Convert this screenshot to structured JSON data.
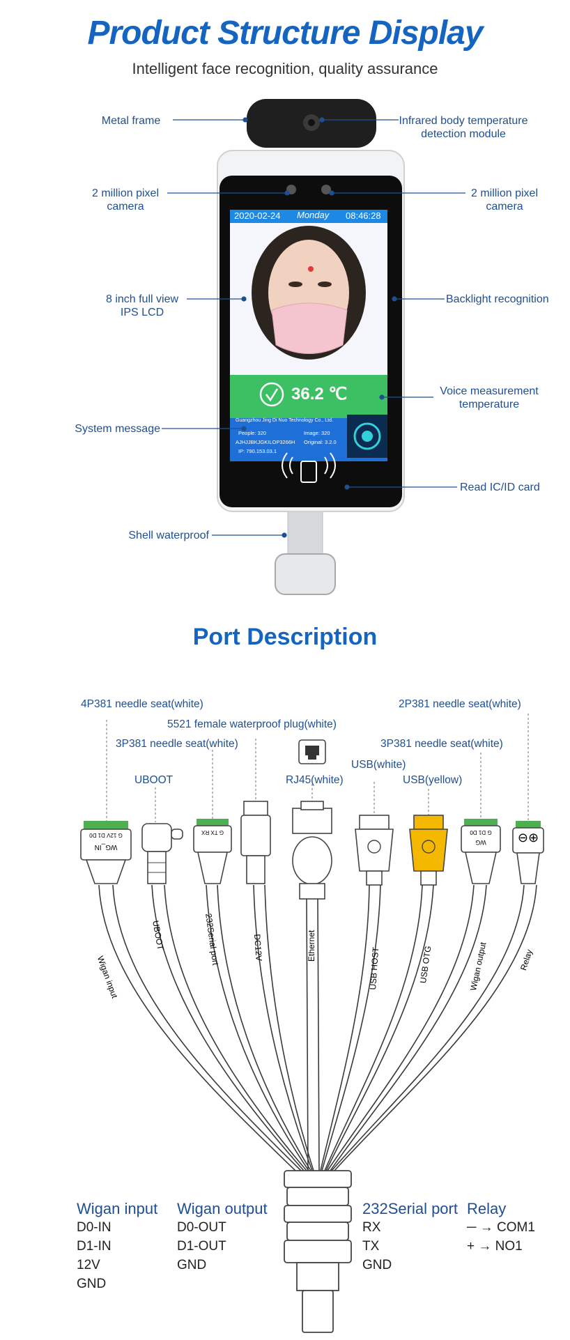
{
  "header": {
    "title": "Product Structure Display",
    "subtitle": "Intelligent face recognition, quality assurance"
  },
  "device_labels": {
    "metal_frame": "Metal frame",
    "infrared": "Infrared body temperature detection module",
    "camera_left": "2 million pixel camera",
    "camera_right": "2 million pixel camera",
    "lcd": "8 inch full view IPS LCD",
    "backlight": "Backlight recognition",
    "voice": "Voice measurement temperature",
    "system_message": "System message",
    "read_card": "Read IC/ID card",
    "shell": "Shell waterproof"
  },
  "screen": {
    "date": "2020-02-24",
    "weekday": "Monday",
    "time": "08:46:28",
    "temperature": "36.2 ℃",
    "company": "Guangzhou Jing Di Nuo Technology Co., Ltd.",
    "people": "People:  320",
    "image": "Image:  320",
    "serial": "AJHJJBKJGKILOP3266H",
    "original": "Original:  3.2.0",
    "ip": "IP:  790.153.03.1"
  },
  "port_section": {
    "title": "Port Description",
    "labels": {
      "p4p381": "4P381 needle seat(white)",
      "p5521": "5521 female waterproof plug(white)",
      "p3p381_left": "3P381 needle seat(white)",
      "uboot": "UBOOT",
      "rj45": "RJ45(white)",
      "usb_white": "USB(white)",
      "usb_yellow": "USB(yellow)",
      "p2p381": "2P381 needle seat(white)",
      "p3p381_right": "3P381 needle seat(white)"
    },
    "connector_text": {
      "wg_in": "WG_IN",
      "wg_in_pins": "G 12V D1 D0",
      "rx_pins": "G TX RX",
      "wg_out": "WG",
      "wg_out_pins": "G D1 D0",
      "relay_pins": "⊖⊕"
    },
    "cables": [
      {
        "label": "Wigan input"
      },
      {
        "label": "UBOOT"
      },
      {
        "label": "232Serial port"
      },
      {
        "label": "DC12V"
      },
      {
        "label": "Ethernet"
      },
      {
        "label": "USB HOST"
      },
      {
        "label": "USB OTG"
      },
      {
        "label": "Wigan output"
      },
      {
        "label": "Relay"
      }
    ],
    "legend": [
      {
        "heading": "Wigan input",
        "items": [
          "D0-IN",
          "D1-IN",
          "12V",
          "GND"
        ]
      },
      {
        "heading": "Wigan output",
        "items": [
          "D0-OUT",
          "D1-OUT",
          "GND"
        ]
      },
      {
        "heading": "232Serial port",
        "items": [
          "RX",
          "TX",
          "GND"
        ]
      },
      {
        "heading": "Relay",
        "items": [
          "─ → COM1",
          "+ → NO1"
        ]
      }
    ]
  },
  "colors": {
    "brand_blue": "#1565c0",
    "label_blue": "#1e4f93",
    "screen_bar_blue": "#1e88e5",
    "temp_green": "#3cc063",
    "usb_yellow": "#f5b800",
    "needle_green": "#4caf50"
  }
}
